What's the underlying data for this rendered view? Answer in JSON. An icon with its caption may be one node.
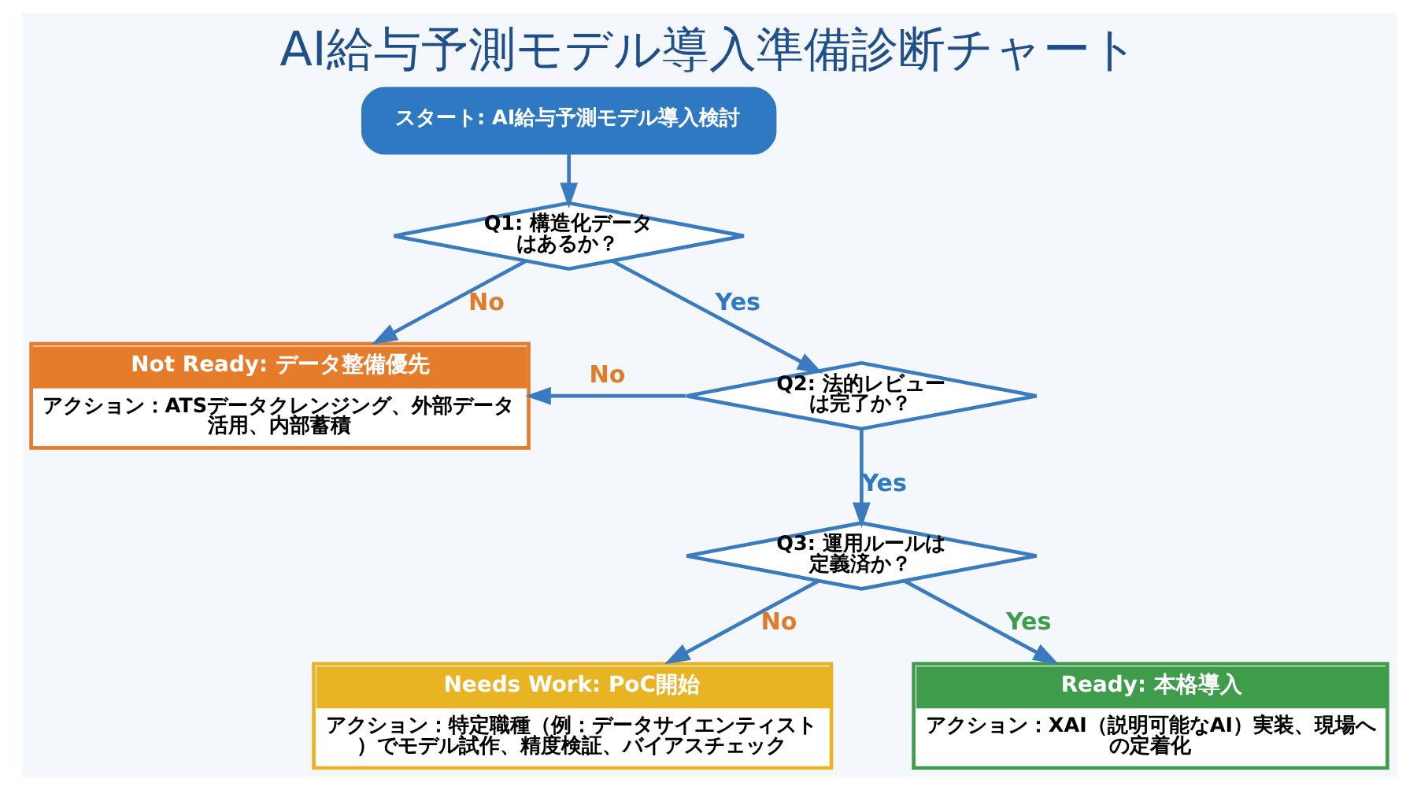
{
  "diagram": {
    "title": "AI給与予測モデル導入準備診断チャート",
    "nodes": [
      {
        "text": [
          "スタート: AI給与予測モデル導入検討"
        ]
      },
      {
        "text": [
          "Q1: 構造化データはあるか？"
        ]
      },
      {
        "text": [
          "Not Ready: データ整備優先",
          "アクション：ATSデータクレンジング、外部データ活用、内部蓄積"
        ]
      },
      {
        "text": [
          "Q2: 法的レビューは完了か？"
        ]
      },
      {
        "text": [
          "Q3: 運用ルールは定義済か？"
        ]
      },
      {
        "text": [
          "Needs Work: PoC開始",
          "アクション：特定職種（例：データサイエンティスト）でモデル試作、精度検証、バイアスチェック"
        ]
      },
      {
        "text": [
          "Ready: 本格導入",
          "アクション：XAI（説明可能なAI）実装、現場への定着化"
        ]
      }
    ],
    "edges": [
      {
        "from": 0,
        "to": 1,
        "arrow": "to"
      },
      {
        "from": 1,
        "to": 2,
        "arrow": "to",
        "label": "No"
      },
      {
        "from": 1,
        "to": 3,
        "arrow": "to",
        "label": "Yes"
      },
      {
        "from": 3,
        "to": 2,
        "arrow": "to",
        "label": "No"
      },
      {
        "from": 3,
        "to": 4,
        "arrow": "to",
        "label": "Yes"
      },
      {
        "from": 4,
        "to": 5,
        "arrow": "to",
        "label": "No"
      },
      {
        "from": 4,
        "to": 6,
        "arrow": "to",
        "label": "Yes"
      }
    ]
  }
}
